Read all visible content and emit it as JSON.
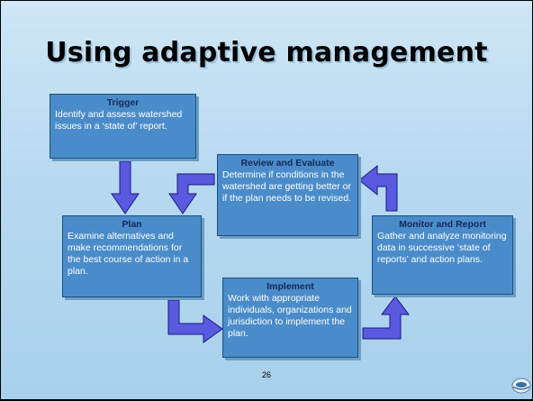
{
  "slide": {
    "title": "Using adaptive management",
    "page_number": "26"
  },
  "boxes": {
    "trigger": {
      "heading": "Trigger",
      "text": "Identify and assess watershed issues in a ‘state of’ report."
    },
    "review": {
      "heading": "Review and Evaluate",
      "text": "Determine if conditions in the watershed are getting better or if the plan needs to be revised."
    },
    "plan": {
      "heading": "Plan",
      "text": "Examine alternatives and make recommendations for the best course of action in a plan."
    },
    "monitor": {
      "heading": "Monitor and Report",
      "text": "Gather and analyze monitoring data in successive ‘state of reports’ and action plans."
    },
    "implement": {
      "heading": "Implement",
      "text": "Work with appropriate individuals, organizations and jurisdiction to implement the plan."
    }
  },
  "colors": {
    "box_fill": "#4a8cc9",
    "box_border": "#1d4f80",
    "heading_text": "#14285a",
    "arrow_fill": "#5a5ae0",
    "arrow_stroke": "#1a1a80"
  },
  "icons": {
    "logo": "globe-logo-icon"
  }
}
